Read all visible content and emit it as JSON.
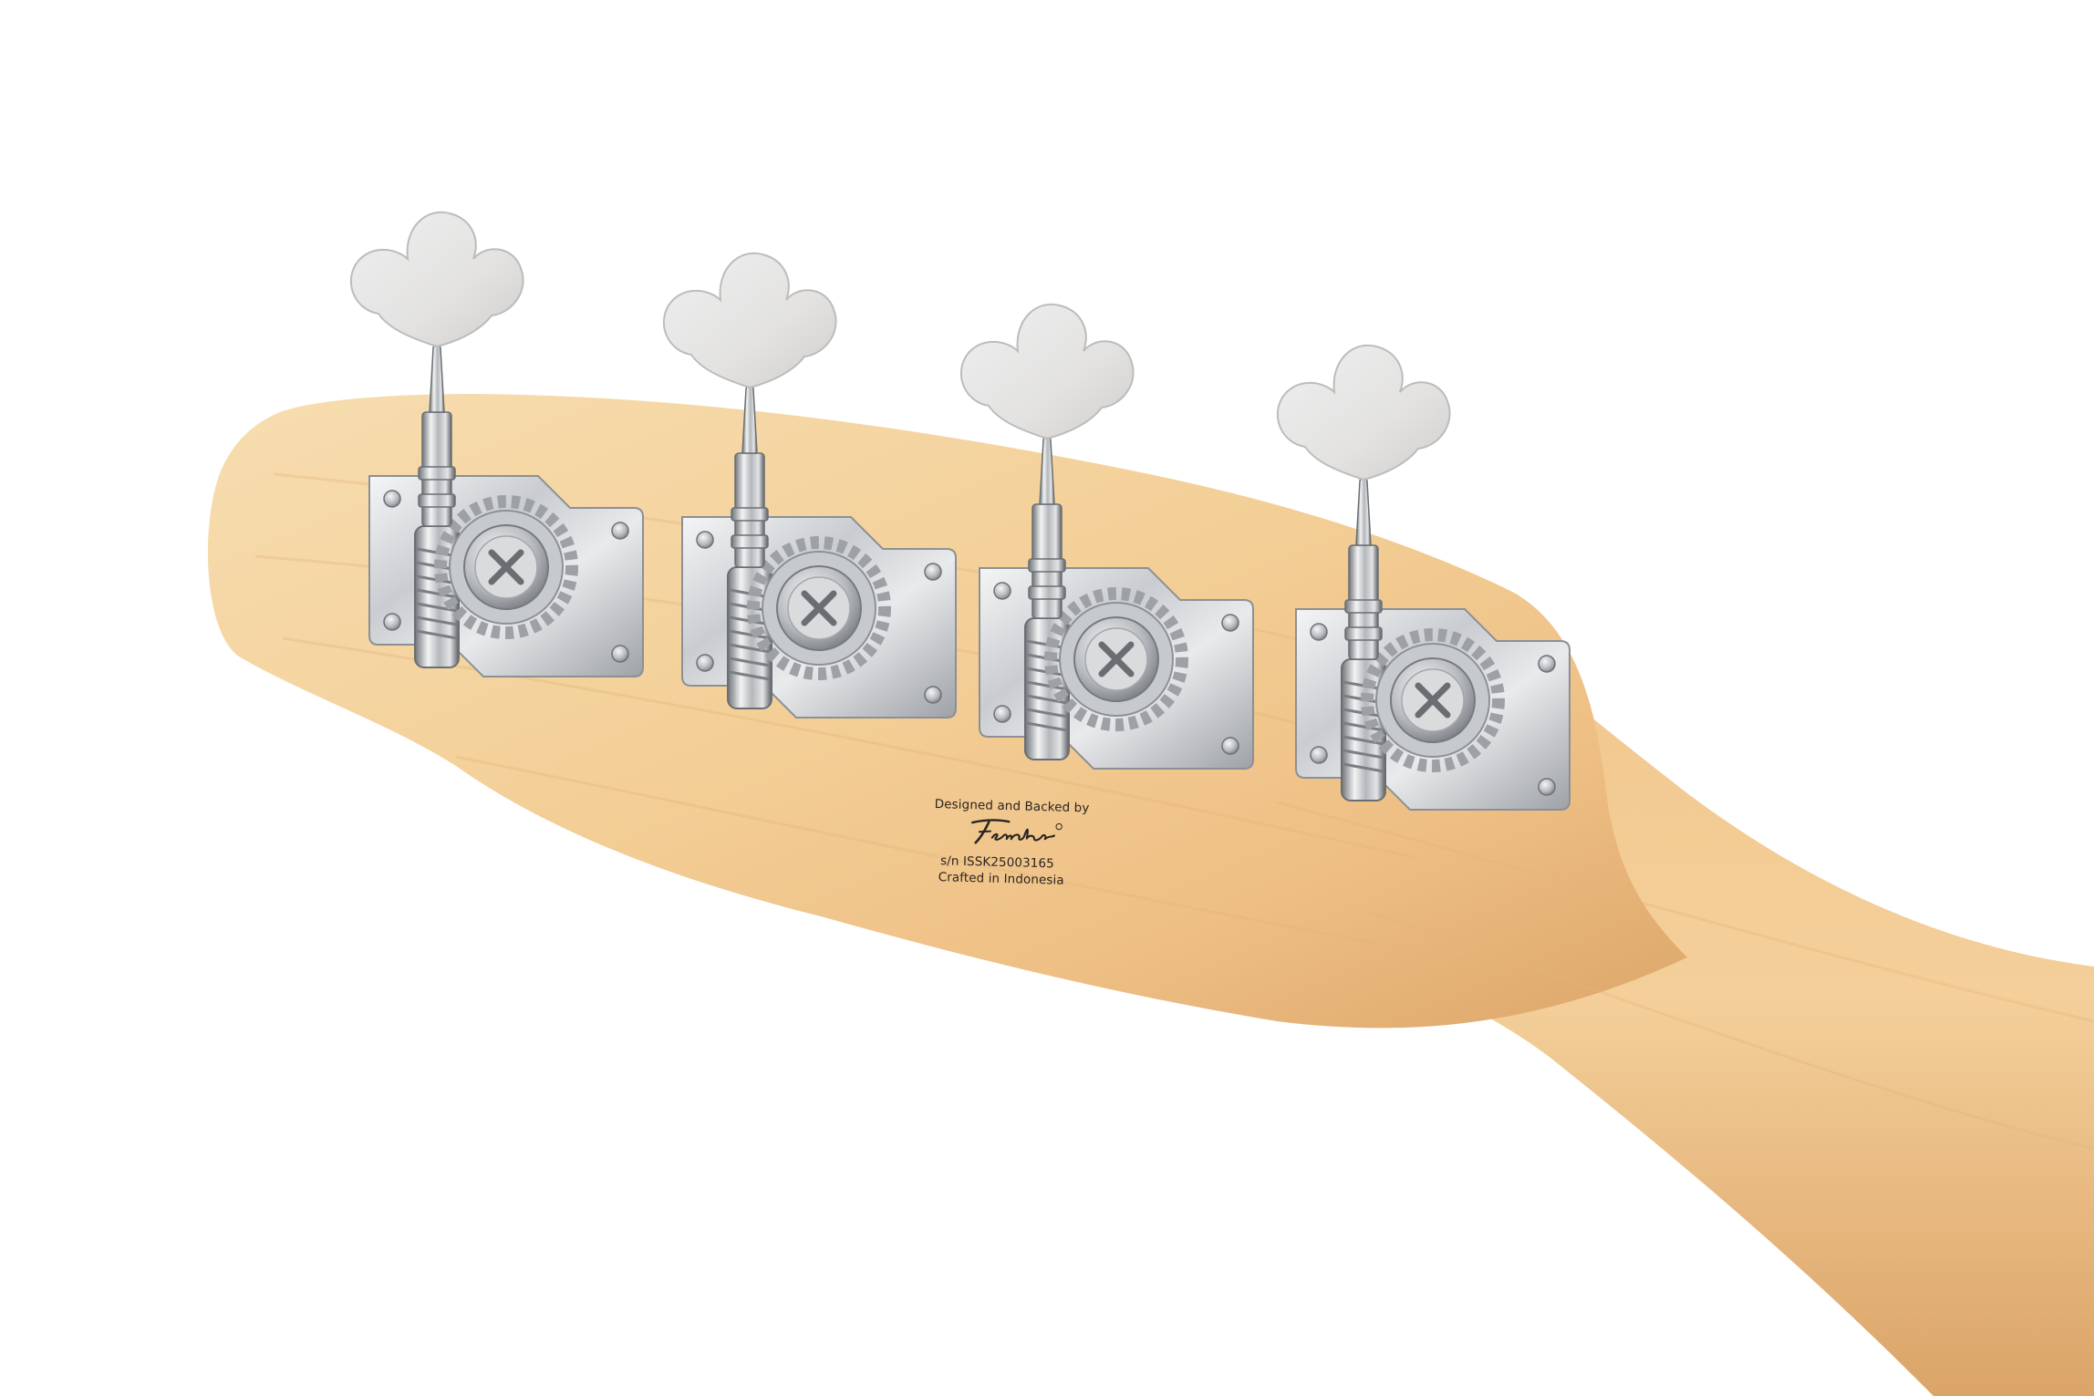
{
  "colors": {
    "background": "#ffffff",
    "wood_light": "#f6d9a6",
    "wood_mid": "#eec286",
    "wood_dark": "#d9a463",
    "chrome": "#cfd2d6",
    "button_white": "#eaeaea"
  },
  "headstock_stamp": {
    "designed_line": "Designed and Backed by",
    "logo_text": "Fender",
    "serial_line": "s/n ISSK25003165",
    "origin_line": "Crafted in Indonesia"
  },
  "tuners": [
    {
      "name": "tuner-1"
    },
    {
      "name": "tuner-2"
    },
    {
      "name": "tuner-3"
    },
    {
      "name": "tuner-4"
    }
  ]
}
